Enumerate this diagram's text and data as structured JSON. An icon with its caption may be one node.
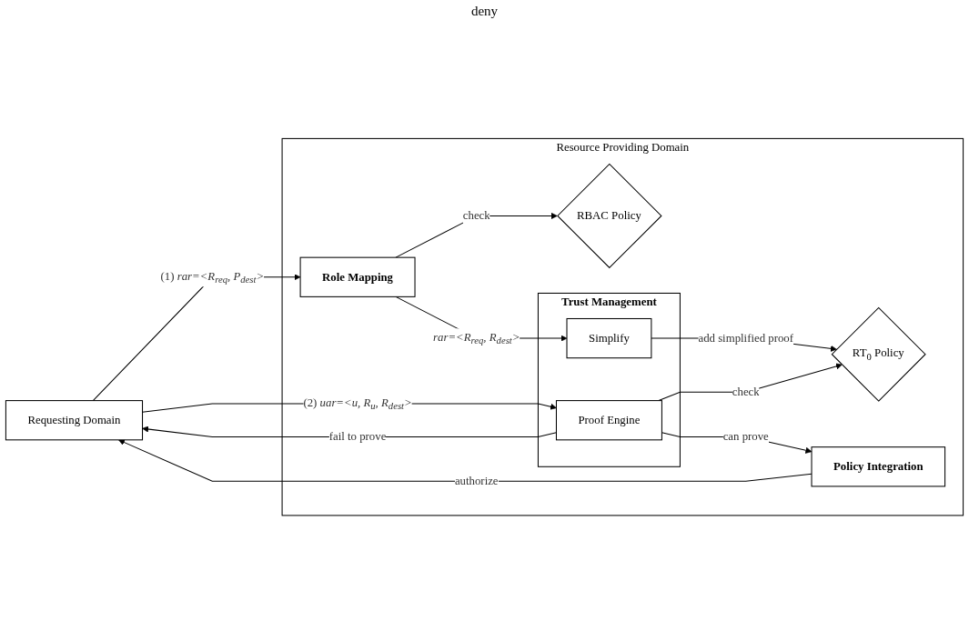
{
  "diagram": {
    "nodes": [
      {
        "text": [
          "Requesting Domain"
        ]
      },
      {
        "text": [
          "Resource Providing Domain"
        ]
      },
      {
        "text": [
          "Role Mapping"
        ],
        "in": 1
      },
      {
        "text": [
          "RBAC Policy"
        ],
        "in": 1
      },
      {
        "text": [
          "Trust Management"
        ],
        "in": 1
      },
      {
        "text": [
          "Simplify"
        ],
        "in": 4
      },
      {
        "text": [
          "Proof Engine"
        ],
        "in": 4
      },
      {
        "text": [
          "RT$_{0}$ Policy"
        ],
        "in": 1
      },
      {
        "text": [
          "Policy Integration"
        ],
        "in": 1
      }
    ],
    "edges": [
      {
        "from": 0,
        "to": 2,
        "arrow": "to",
        "label": "(1) *rar=<R$_{req}$, P$_{dest}$>*"
      },
      {
        "from": 2,
        "to": 3,
        "arrow": "to",
        "label": "check"
      },
      {
        "from": 2,
        "to": 5,
        "arrow": "to",
        "label": "*rar=<R$_{req}$, R$_{dest}$>*"
      },
      {
        "from": 5,
        "to": 7,
        "arrow": "to",
        "label": "add simplified proof"
      },
      {
        "from": 0,
        "to": 6,
        "arrow": "to",
        "label": "(2) *uar=<u, R$_{u}$, R$_{dest}$>*"
      },
      {
        "from": 6,
        "to": 0,
        "arrow": "to",
        "label": "fail to prove"
      },
      {
        "from": 6,
        "to": 7,
        "arrow": "to",
        "label": "check"
      },
      {
        "from": 6,
        "to": 8,
        "arrow": "to",
        "label": "can prove"
      },
      {
        "from": 8,
        "to": 0,
        "arrow": "to",
        "label": "authorize"
      }
    ],
    "labels": [
      "deny"
    ]
  }
}
